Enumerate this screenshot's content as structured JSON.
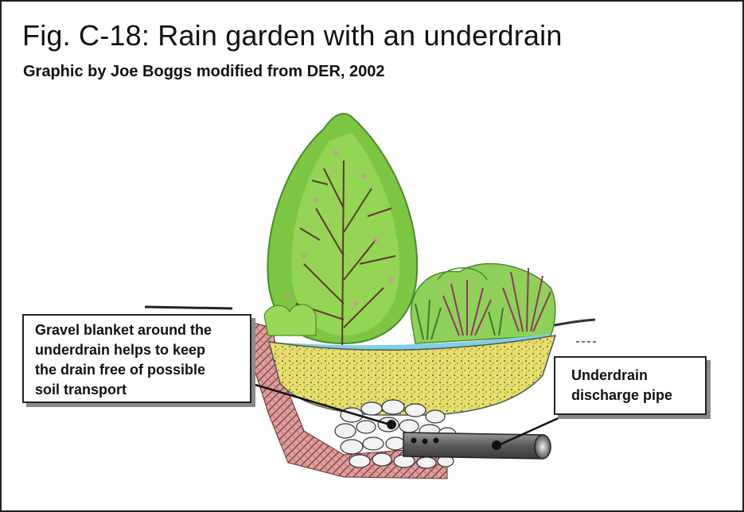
{
  "figure": {
    "title": "Fig. C-18:  Rain garden with an underdrain",
    "subtitle": "Graphic by Joe Boggs modified from DER, 2002"
  },
  "callouts": {
    "gravel": {
      "lines": [
        "Gravel blanket around the",
        "underdrain helps to keep",
        "the drain free of possible",
        "soil transport"
      ]
    },
    "pipe": {
      "lines": [
        "Underdrain",
        "discharge pipe"
      ]
    }
  },
  "colors": {
    "soil": "#e8de6a",
    "foliage": "#7cc644",
    "water": "#7fd0e6",
    "bark": "#5a3a2a",
    "pipe": "#5b5b5b",
    "earth": "#b05a5a"
  }
}
